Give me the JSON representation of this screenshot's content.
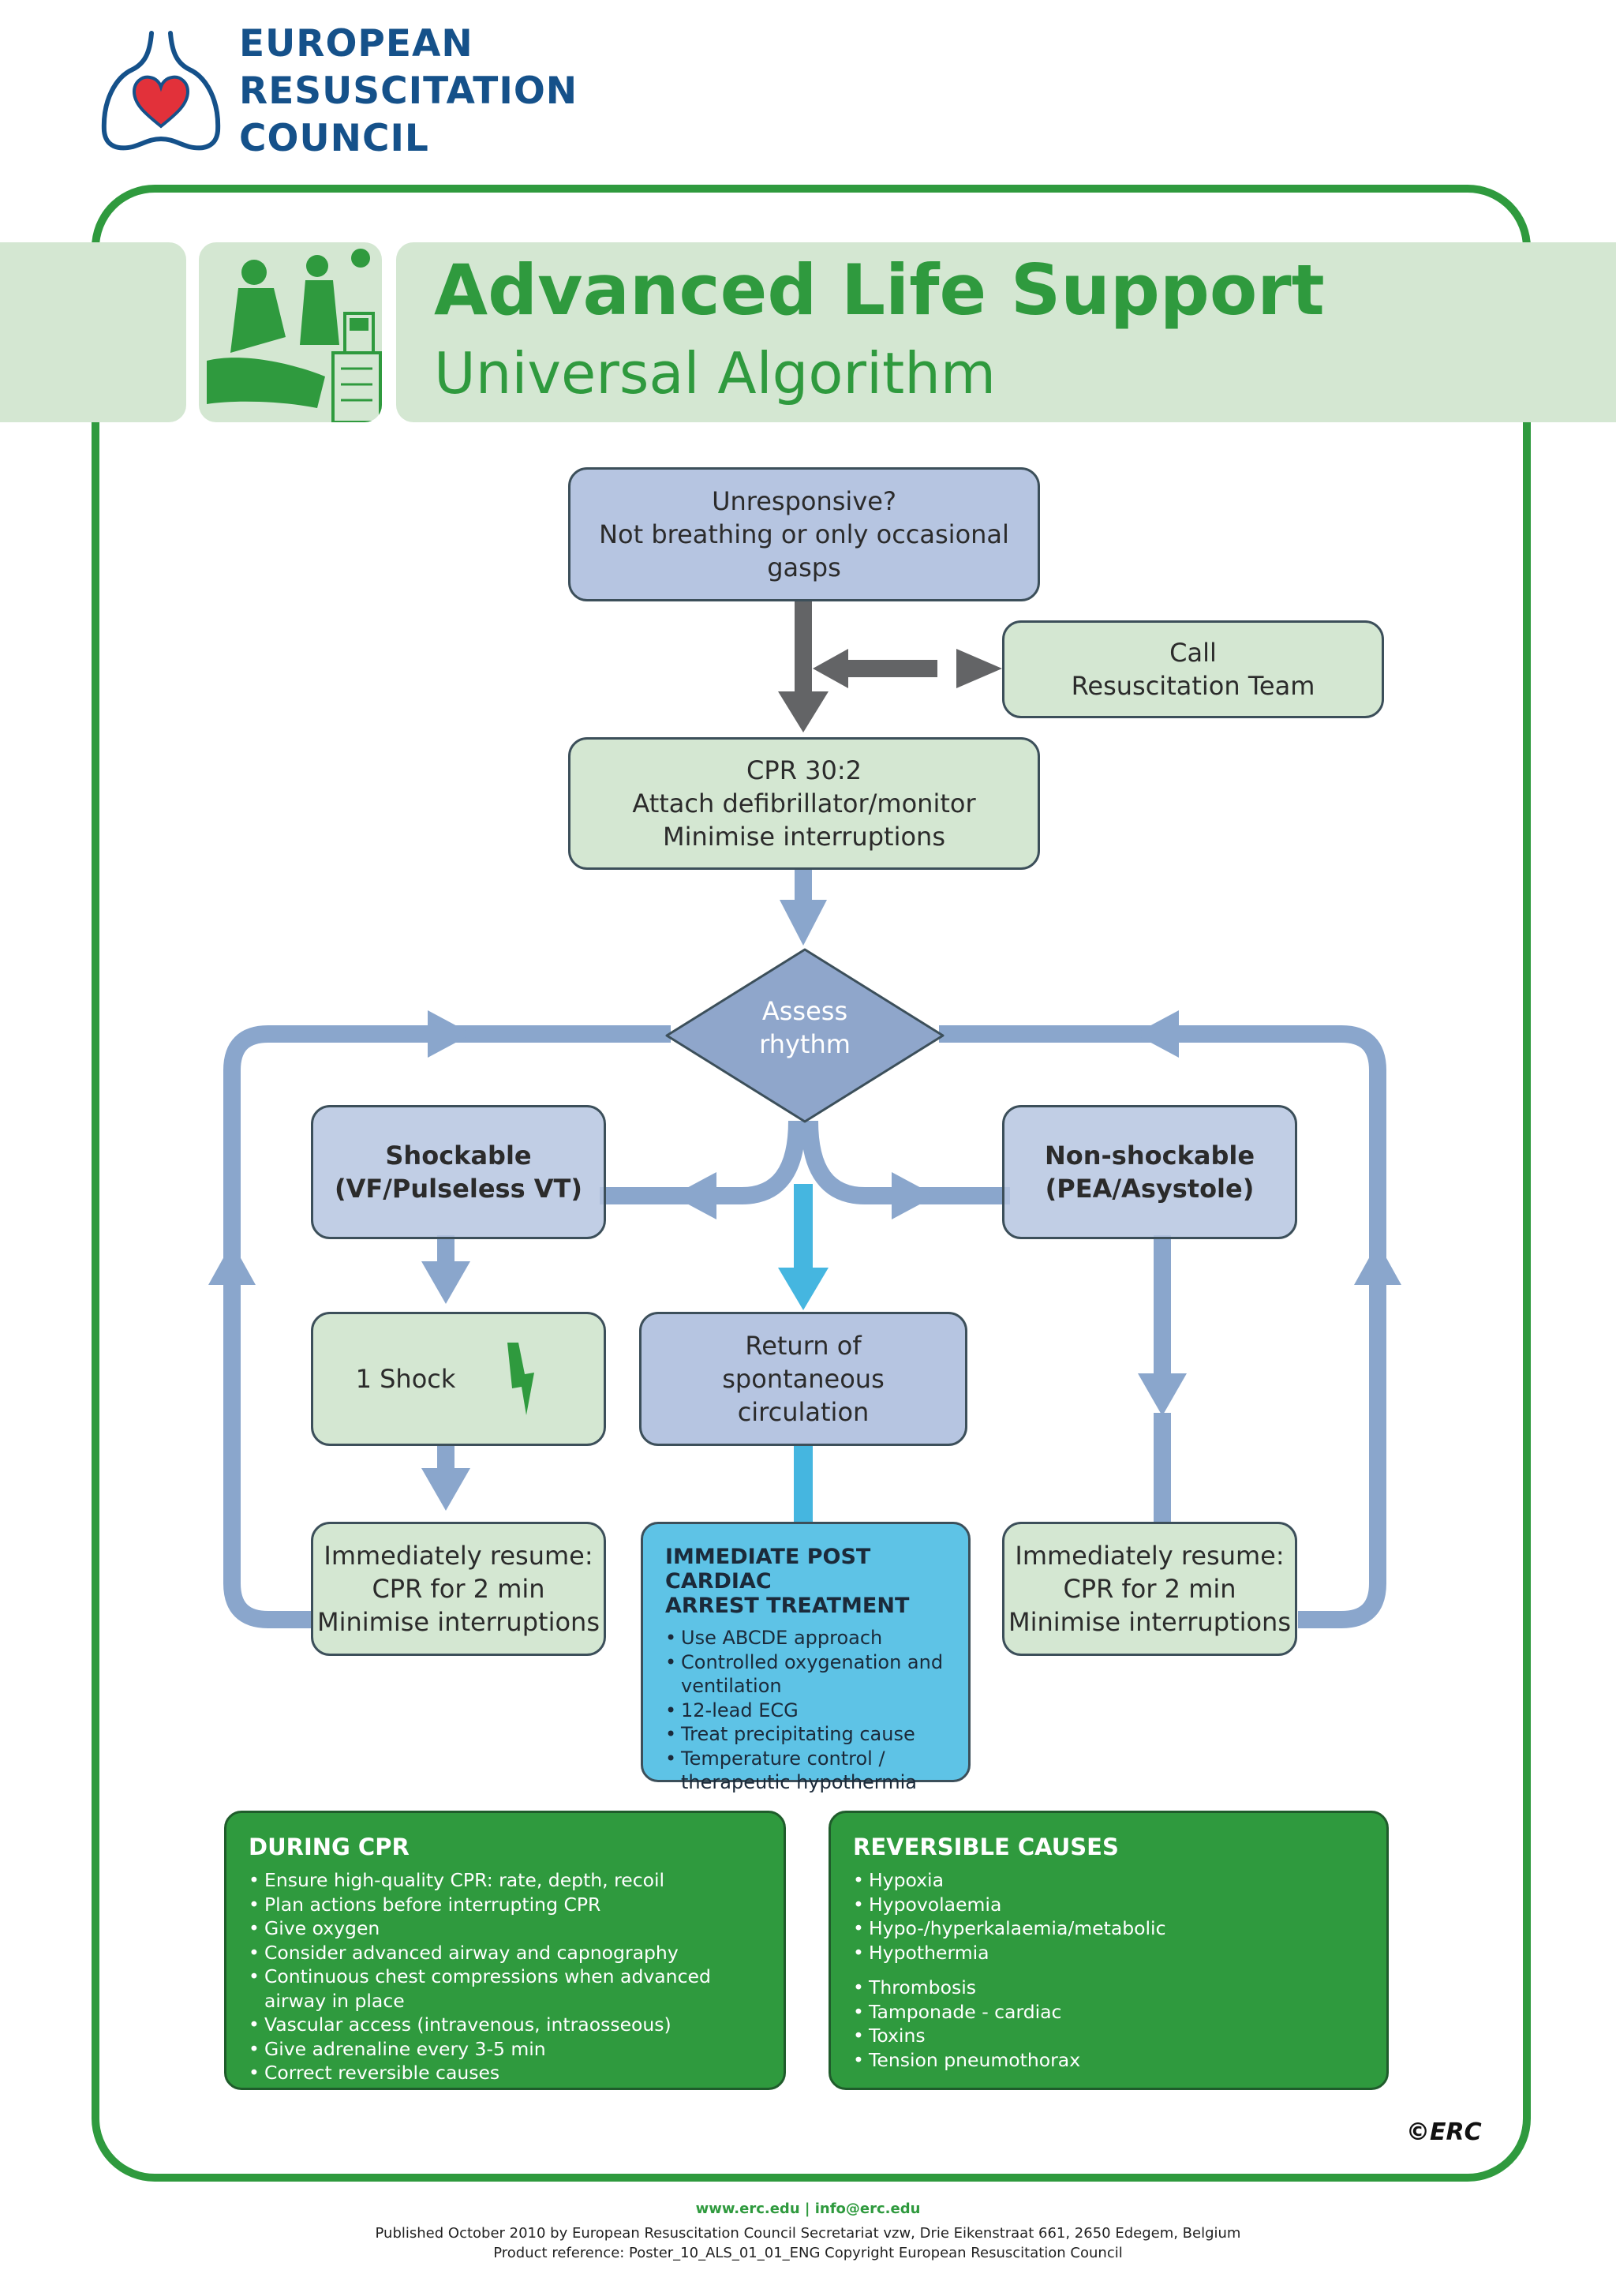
{
  "header": {
    "logo_lines": [
      "EUROPEAN",
      "RESUSCITATION",
      "COUNCIL"
    ],
    "title": "Advanced Life Support",
    "subtitle": "Universal Algorithm"
  },
  "flow": {
    "unresponsive": [
      "Unresponsive?",
      "Not breathing or only occasional gasps"
    ],
    "call_team": [
      "Call",
      "Resuscitation Team"
    ],
    "cpr": [
      "CPR 30:2",
      "Attach defibrillator/monitor",
      "Minimise interruptions"
    ],
    "assess": [
      "Assess",
      "rhythm"
    ],
    "shockable": [
      "Shockable",
      "(VF/Pulseless VT)"
    ],
    "non_shockable": [
      "Non-shockable",
      "(PEA/Asystole)"
    ],
    "shock": "1 Shock",
    "rosc": [
      "Return of",
      "spontaneous",
      "circulation"
    ],
    "resume_left": [
      "Immediately resume:",
      "CPR for 2 min",
      "Minimise interruptions"
    ],
    "resume_right": [
      "Immediately resume:",
      "CPR for 2 min",
      "Minimise interruptions"
    ]
  },
  "post_arrest": {
    "title": [
      "IMMEDIATE POST CARDIAC",
      "ARREST TREATMENT"
    ],
    "items": [
      "Use ABCDE approach",
      "Controlled oxygenation and ventilation",
      "12-lead ECG",
      "Treat precipitating cause",
      "Temperature control / therapeutic hypothermia"
    ]
  },
  "during_cpr": {
    "title": "DURING CPR",
    "items": [
      "Ensure high-quality CPR: rate, depth, recoil",
      "Plan actions before interrupting CPR",
      "Give oxygen",
      "Consider advanced airway and capnography",
      "Continuous chest compressions when advanced airway in place",
      "Vascular access (intravenous, intraosseous)",
      "Give adrenaline every 3-5 min",
      "Correct reversible causes"
    ]
  },
  "reversible_causes": {
    "title": "REVERSIBLE CAUSES",
    "group1": [
      "Hypoxia",
      "Hypovolaemia",
      "Hypo-/hyperkalaemia/metabolic",
      "Hypothermia"
    ],
    "group2": [
      "Thrombosis",
      "Tamponade - cardiac",
      "Toxins",
      "Tension pneumothorax"
    ]
  },
  "copyright_mark": "©ERC",
  "footer": {
    "link": "www.erc.edu | info@erc.edu",
    "line1": "Published October 2010 by European Resuscitation Council Secretariat vzw, Drie Eikenstraat 661, 2650 Edegem, Belgium",
    "line2": "Product reference: Poster_10_ALS_01_01_ENG  Copyright European Resuscitation Council"
  },
  "colors": {
    "green": "#2f9a3e",
    "light_green": "#d4e7d2",
    "blue_box": "#b6c5e1",
    "arrow_blue": "#8aa6cc",
    "cyan": "#5ec3e6",
    "dark_arrow": "#636466",
    "logo_blue": "#15518a",
    "heart_red": "#e2313a"
  }
}
